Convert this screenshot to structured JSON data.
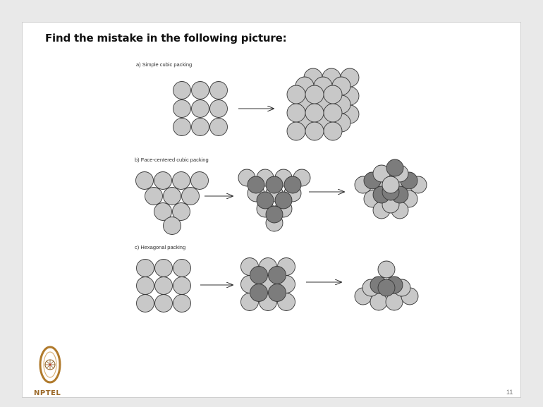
{
  "slide": {
    "title": "Find the mistake in the following picture:",
    "page_number": "11",
    "logo_text": "NPTEL"
  },
  "sections": {
    "a": {
      "caption": "a) Simple cubic packing"
    },
    "b": {
      "caption": "b) Face-centered cubic packing"
    },
    "c": {
      "caption": "c) Hexagonal packing"
    }
  },
  "colors": {
    "light_sphere": "#c8c8c8",
    "dark_sphere": "#7c7c7c",
    "sphere_stroke": "#3a3a3a",
    "arrow": "#333333",
    "logo": "#b07a2c"
  }
}
